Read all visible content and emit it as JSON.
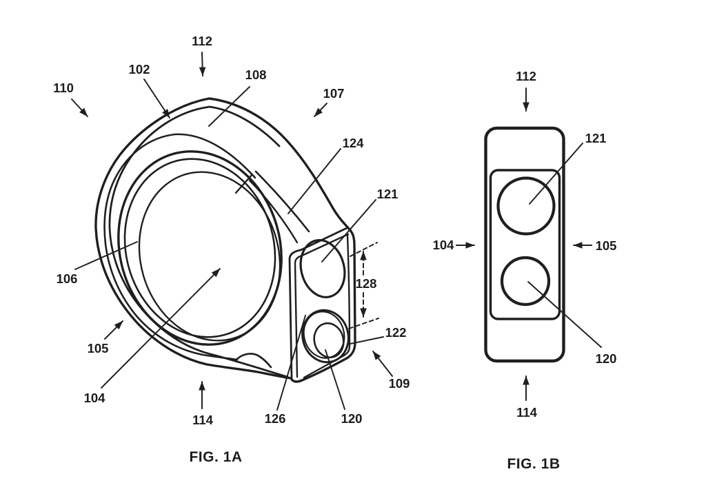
{
  "page": {
    "background": "#ffffff",
    "ink_color": "#1f1f1f",
    "type": "patent-line-drawing"
  },
  "fig1a": {
    "caption": "FIG. 1A",
    "refs": {
      "r110": "110",
      "r102": "102",
      "r112": "112",
      "r108": "108",
      "r107": "107",
      "r124": "124",
      "r121": "121",
      "r128": "128",
      "r122": "122",
      "r109": "109",
      "r126": "126",
      "r120": "120",
      "r106": "106",
      "r105": "105",
      "r104": "104",
      "r114": "114"
    }
  },
  "fig1b": {
    "caption": "FIG. 1B",
    "refs": {
      "r112": "112",
      "r121": "121",
      "r104": "104",
      "r105": "105",
      "r120": "120",
      "r114": "114"
    }
  }
}
